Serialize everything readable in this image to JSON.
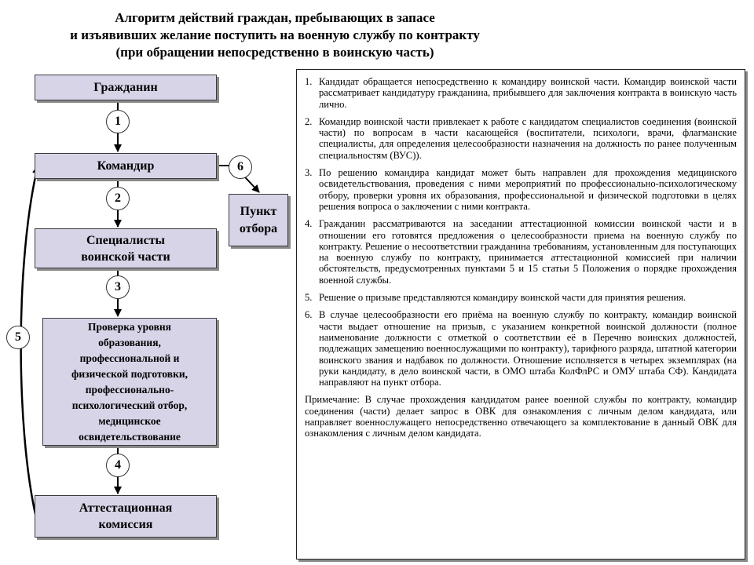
{
  "title": {
    "line1": "Алгоритм действий граждан, пребывающих в запасе",
    "line2": "и изъявивших желание поступить на военную службу по контракту",
    "line3": "(при обращении непосредственно в воинскую часть)"
  },
  "boxes": {
    "citizen": "Гражданин",
    "commander": "Командир",
    "specialists": "Специалисты воинской части",
    "check": "Проверка уровня образования, профессиональной и физической подготовки, профессионально-психологический отбор, медицинское освидетельствование",
    "commission": "Аттестационная комиссия",
    "point": "Пункт отбора"
  },
  "steps": {
    "s1": "1",
    "s2": "2",
    "s3": "3",
    "s4": "4",
    "s5": "5",
    "s6": "6"
  },
  "list": [
    {
      "n": "1.",
      "text": "Кандидат обращается непосредственно к командиру воинской части. Командир воинской части рассматривает кандидатуру гражданина, прибывшего для заключения контракта в воинскую часть лично."
    },
    {
      "n": "2.",
      "text": "Командир воинской части привлекает к работе с кандидатом специалистов соединения (воинской части) по вопросам в части касающейся (воспитатели, психологи, врачи, флагманские специалисты, для определения целесообразности назначения на должность по ранее полученным специальностям (ВУС))."
    },
    {
      "n": "3.",
      "text": "По решению командира кандидат может быть направлен для прохождения медицинского освидетельствования, проведения с ними мероприятий по профессионально-психологическому отбору, проверки уровня их образования, профессиональной и физической подготовки в целях решения вопроса о заключении с ними контракта."
    },
    {
      "n": "4.",
      "text": "Гражданин рассматриваются на заседании аттестационной комиссии воинской части и в отношении его готовятся предложения о целесообразности приема на военную службу по контракту. Решение о несоответствии гражданина требованиям, установленным для поступающих на военную службу по контракту, принимается аттестационной комиссией при наличии обстоятельств, предусмотренных пунктами 5 и 15 статьи 5 Положения о порядке прохождения военной службы."
    },
    {
      "n": "5.",
      "text": "Решение о призыве представляются командиру воинской части для принятия решения."
    },
    {
      "n": "6.",
      "text": "В случае целесообразности его приёма на военную службу по контракту, командир воинской части выдает отношение на призыв, с указанием конкретной воинской должности (полное наименование должности с отметкой о соответствии её в Перечню воинских должностей, подлежащих замещению военнослужащими по контракту), тарифного разряда, штатной категории воинского звания и надбавок по должности. Отношение исполняется в четырех экземплярах (на руки кандидату, в дело воинской части, в ОМО штаба КолФлРС и ОМУ штаба СФ). Кандидата направляют на пункт отбора."
    }
  ],
  "note": "Примечание: В случае прохождения кандидатом ранее военной службы по контракту, командир соединения (части) делает запрос в ОВК для ознакомления с личным делом кандидата, или направляет военнослужащего непосредственно отвечающего за комплектование в данный ОВК для ознакомления с личным делом кандидата."
}
